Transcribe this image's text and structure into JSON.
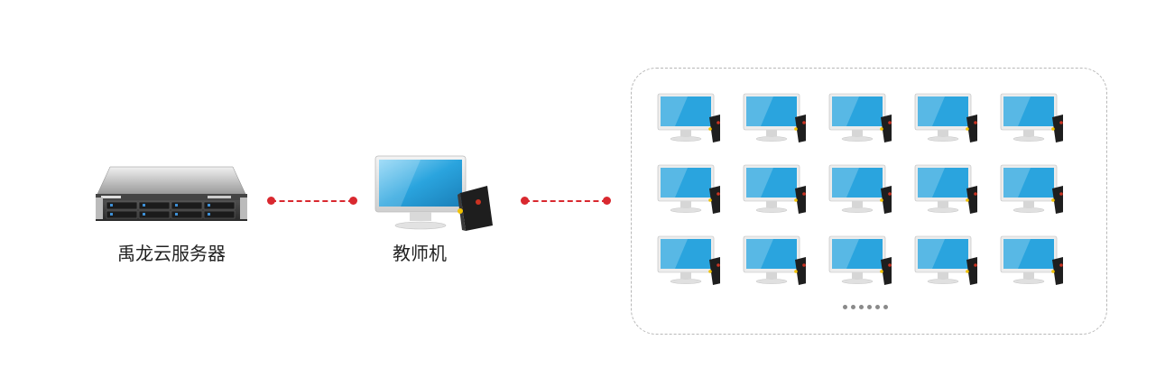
{
  "nodes": {
    "server_label": "禹龙云服务器",
    "teacher_label": "教师机"
  },
  "student_grid": {
    "rows": 3,
    "cols": 5
  },
  "colors": {
    "connector": "#d9282f",
    "screen": "#2aa4de",
    "group_border": "#b8b8b8"
  }
}
